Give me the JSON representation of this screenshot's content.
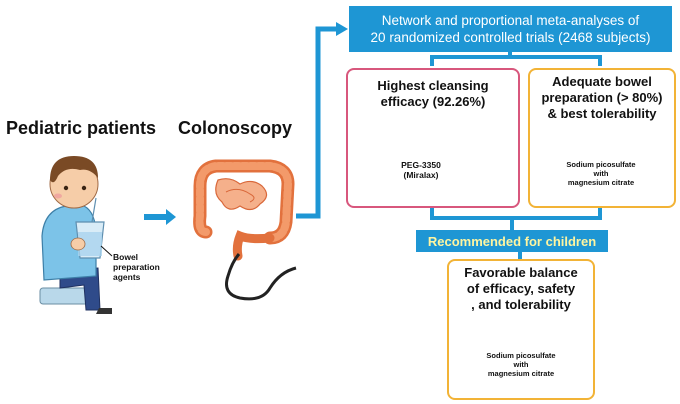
{
  "labels": {
    "pediatric": "Pediatric patients",
    "colonoscopy": "Colonoscopy",
    "bowel_agents_line1": "Bowel",
    "bowel_agents_line2": "preparation",
    "bowel_agents_line3": "agents"
  },
  "header": {
    "line1": "Network and proportional meta-analyses of",
    "line2": "20 randomized controlled trials (2468 subjects)"
  },
  "card_left": {
    "line1": "Highest cleansing",
    "line2": "efficacy (92.26%)",
    "bottle_line1": "PEG-3350",
    "bottle_line2": "(Miralax)"
  },
  "card_right": {
    "line1": "Adequate bowel",
    "line2": "preparation (> 80%)",
    "line3": "& best tolerability",
    "bottle_line1": "Sodium picosulfate",
    "bottle_line2": "with",
    "bottle_line3": "magnesium citrate"
  },
  "recommended": "Recommended for children",
  "card_bottom": {
    "line1": "Favorable balance",
    "line2": "of efficacy, safety",
    "line3": ", and tolerability",
    "bottle_line1": "Sodium picosulfate",
    "bottle_line2": "with",
    "bottle_line3": "magnesium citrate"
  },
  "colors": {
    "blue": "#1e96d4",
    "pink_border": "#d8577d",
    "orange_border": "#f2b336",
    "highlight_text": "#fff5a0"
  }
}
